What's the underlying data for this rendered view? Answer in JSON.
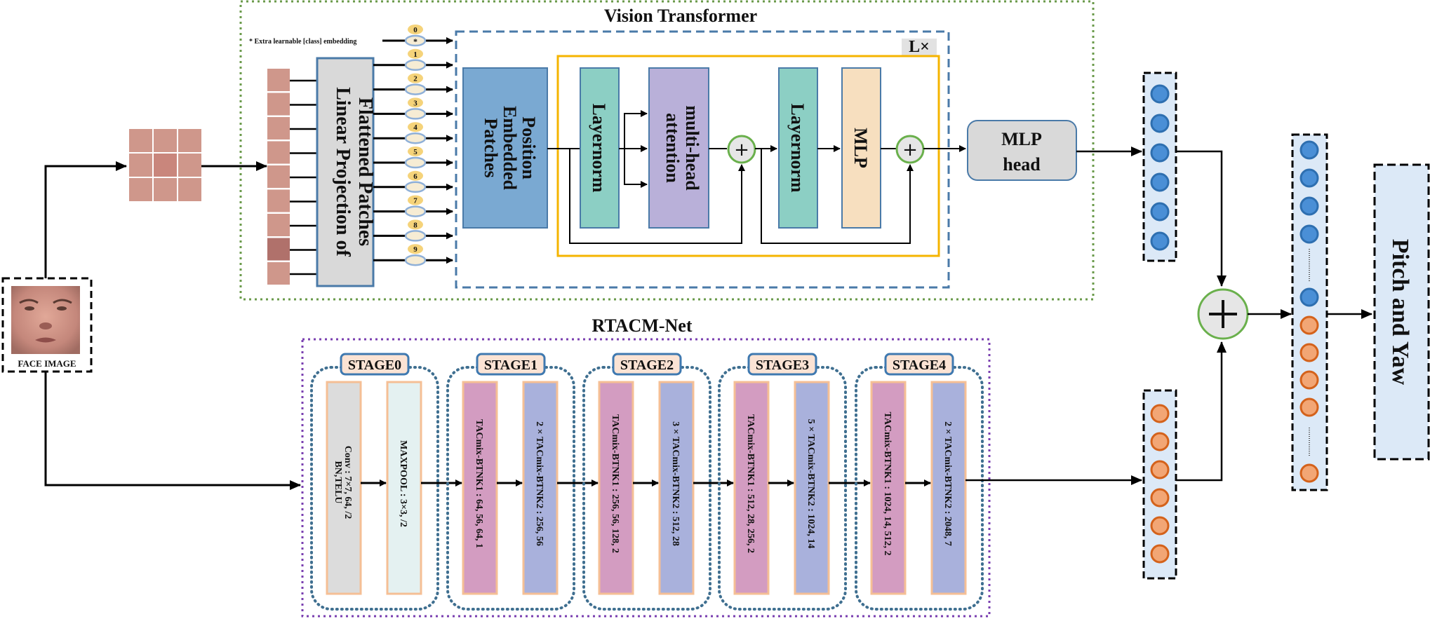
{
  "vit": {
    "title": "Vision   Transformer",
    "class_embedding_note": "* Extra learnable [class] embedding",
    "linear_projection": [
      "Linear Projection of",
      "Flattened Patches"
    ],
    "position_embedded": [
      "Position",
      "Embedded",
      "Patches"
    ],
    "tokens": [
      "0",
      "1",
      "2",
      "3",
      "4",
      "5",
      "6",
      "7",
      "8",
      "9"
    ],
    "class_token_symbol": "*",
    "repeat_label": "L×",
    "encoder": {
      "layernorm1": "Layernorm",
      "attention": [
        "multi-head",
        "attention"
      ],
      "layernorm2": "Layernorm",
      "mlp": "MLP",
      "add_symbol": "+"
    },
    "mlp_head": [
      "MLP",
      "head"
    ]
  },
  "input": {
    "face_label": "FACE IMAGE"
  },
  "rtacm": {
    "title": "RTACM-Net",
    "stages": [
      {
        "name": "STAGE0",
        "blocks": [
          [
            "Conv : 7×7, 64, /2",
            "BN,TELU"
          ],
          [
            "MAXPOOL : 3×3, /2"
          ]
        ]
      },
      {
        "name": "STAGE1",
        "blocks": [
          [
            "TACmix-BTNK1 : 64, 56, 64, 1"
          ],
          [
            "2 × TACmix-BTNK2 : 256, 56"
          ]
        ]
      },
      {
        "name": "STAGE2",
        "blocks": [
          [
            "TACmix-BTNK1 : 256, 56, 128, 2"
          ],
          [
            "3 × TACmix-BTNK2 : 512, 28"
          ]
        ]
      },
      {
        "name": "STAGE3",
        "blocks": [
          [
            "TACmix-BTNK1 : 512, 28, 256, 2"
          ],
          [
            "5 × TACmix-BTNK2 : 1024, 14"
          ]
        ]
      },
      {
        "name": "STAGE4",
        "blocks": [
          [
            "TACmix-BTNK1 : 1024, 14, 512, 2"
          ],
          [
            "2 × TACmix-BTNK2 : 2048, 7"
          ]
        ]
      }
    ]
  },
  "fusion": {
    "add_symbol": "+",
    "vit_feature_count": 6,
    "cnn_feature_count": 6,
    "fused_blue_count": 5,
    "fused_orange_count": 5
  },
  "output": {
    "label": "Pitch  and  Yaw"
  },
  "colors": {
    "vit_border": "#6a9a4a",
    "rtacm_border": "#7a3fb0",
    "transformer_border": "#4a7aa8",
    "encoder_border": "#f5b400",
    "pos_embed": "#7aa9d2",
    "layernorm": "#8ccfc4",
    "attention": "#b9b0d9",
    "mlp": "#f7dfbf",
    "mlp_head": "#d9d9d9",
    "proj": "#d9d9d9",
    "btnk1": "#d39cc1",
    "btnk2": "#a9b1dc",
    "conv": "#dcdcdc",
    "maxpool": "#e4f1f1",
    "stage_label_bg": "#fbe3d4",
    "stage_label_border": "#3f79b0",
    "feature_bg": "#dce9f7",
    "blue_node": "#4a8fd6",
    "orange_node": "#f2a675",
    "add_fill": "#e6e6e6",
    "add_border": "#6ab04c",
    "token_badge": "#f5d37a",
    "token_oval": "#f6ecd4"
  }
}
